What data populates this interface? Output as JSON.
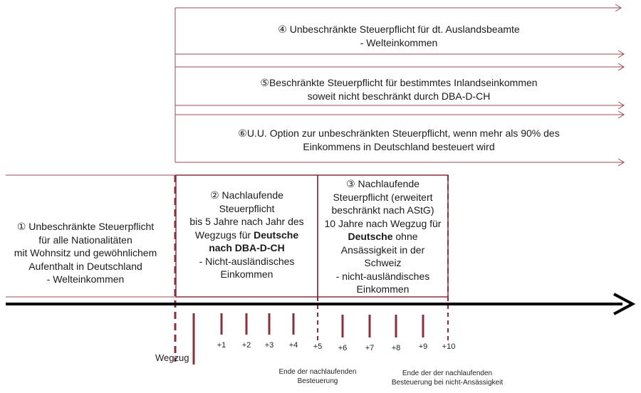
{
  "colors": {
    "line": "#9b4a55",
    "dark_line": "#8b2f3c",
    "axis": "#000000"
  },
  "band4": {
    "line1": "④ Unbeschränkte Steuerpflicht für dt. Auslandsbeamte",
    "line2": "- Welteinkommen"
  },
  "band5": {
    "line1": "⑤Beschränkte Steuerpflicht für bestimmtes Inlandseinkommen",
    "line2": "soweit nicht beschränkt durch DBA-D-CH"
  },
  "band6": {
    "line1": "⑥U.U. Option zur unbeschränkten Steuerpflicht, wenn mehr als 90% des",
    "line2": "Einkommens in Deutschland besteuert wird"
  },
  "box1": {
    "line1": "① Unbeschränkte Steuerpflicht",
    "line2": "für alle Nationalitäten",
    "line3": "mit Wohnsitz und gewöhnlichem",
    "line4": "Aufenthalt in Deutschland",
    "line5": "- Welteinkommen"
  },
  "box2": {
    "line1": "② Nachlaufende",
    "line2": "Steuerpflicht",
    "line3": "bis 5 Jahre nach Jahr des",
    "line4a": "Wegzugs für ",
    "line4b": "Deutsche",
    "line5": "nach DBA-D-CH",
    "line6": "- Nicht-ausländisches",
    "line7": "Einkommen"
  },
  "box3": {
    "line1": "③ Nachlaufende",
    "line2": "Steuerpflicht (erweitert",
    "line3": "beschränkt nach AStG)",
    "line4": "10 Jahre nach Wegzug für",
    "line5a": "Deutsche",
    "line5b": " ohne",
    "line6": "Ansässigkeit in der",
    "line7": "Schweiz",
    "line8": "- nicht-ausländisches",
    "line9": "Einkommen"
  },
  "wegzug_label": "Wegzug",
  "ticks": [
    "+1",
    "+2",
    "+3",
    "+4",
    "+5",
    "+6",
    "+7",
    "+8",
    "+9",
    "+10"
  ],
  "note_5": {
    "line1": "Ende der nachlaufenden",
    "line2": "Besteuerung"
  },
  "note_10": {
    "line1": "Ende der der nachlaufenden",
    "line2": "Besteuerung bei nicht-Ansässigkeit"
  }
}
